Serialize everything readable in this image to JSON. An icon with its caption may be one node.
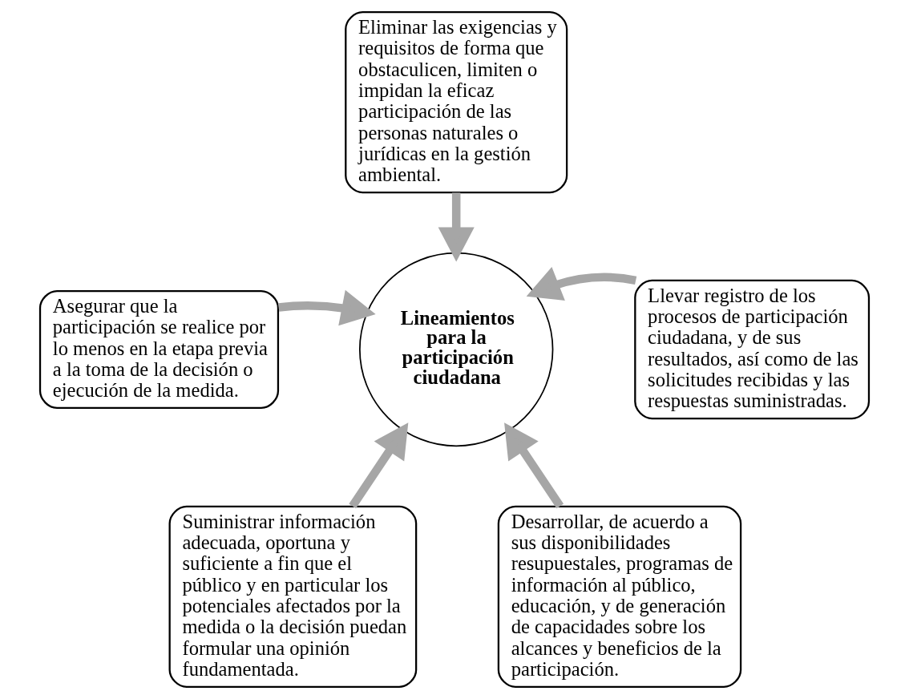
{
  "diagram": {
    "nodes": [
      {
        "text": [
          "Eliminar las exigencias y requisitos de forma que obstaculicen, limiten o impidan la eficaz participación de las personas naturales o jurídicas en la gestión ambiental."
        ]
      },
      {
        "text": [
          "Asegurar que la participación se realice por lo menos en la etapa previa a la toma de la decisión o ejecución de la medida."
        ]
      },
      {
        "text": [
          "Llevar registro de los procesos de participación ciudadana, y de sus resultados, así como de las solicitudes recibidas y las respuestas suministradas."
        ]
      },
      {
        "text": [
          "Lineamientos para la participación ciudadana"
        ]
      },
      {
        "text": [
          "Suministrar información adecuada, oportuna y suficiente a fin que el público y en particular los potenciales afectados por la medida o la decisión puedan formular una opinión fundamentada."
        ]
      },
      {
        "text": [
          "Desarrollar, de acuerdo a sus disponibilidades resupuestales, programas de información al público, educación, y de generación de capacidades sobre los alcances y beneficios de la participación."
        ]
      }
    ],
    "edges": [
      {
        "from": 0,
        "to": 3,
        "arrow": "to"
      },
      {
        "from": 1,
        "to": 3,
        "arrow": "to"
      },
      {
        "from": 2,
        "to": 3,
        "arrow": "to"
      },
      {
        "from": 4,
        "to": 3,
        "arrow": "to"
      },
      {
        "from": 5,
        "to": 3,
        "arrow": "to"
      }
    ]
  }
}
